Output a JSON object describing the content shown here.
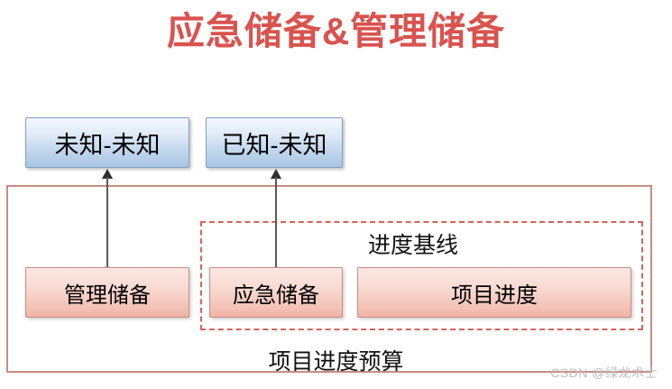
{
  "title": "应急储备&管理储备",
  "colors": {
    "title_red": "#d9534f",
    "outer_border": "#c98b84",
    "dashed_border": "#d4635c",
    "blue_box_border": "#7f9fc4",
    "pink_box_border": "#c98b84",
    "arrow": "#2f2f2f",
    "watermark": "#bdbdbd"
  },
  "boxes": {
    "blue": [
      {
        "id": "blue-1",
        "label": "未知-未知"
      },
      {
        "id": "blue-2",
        "label": "已知-未知"
      }
    ],
    "pink": [
      {
        "id": "pink-1",
        "label": "管理储备"
      },
      {
        "id": "pink-2",
        "label": "应急储备"
      },
      {
        "id": "pink-3",
        "label": "项目进度"
      }
    ]
  },
  "labels": {
    "baseline": "进度基线",
    "budget": "项目进度预算"
  },
  "watermark": "CSDN @绿龙术士"
}
